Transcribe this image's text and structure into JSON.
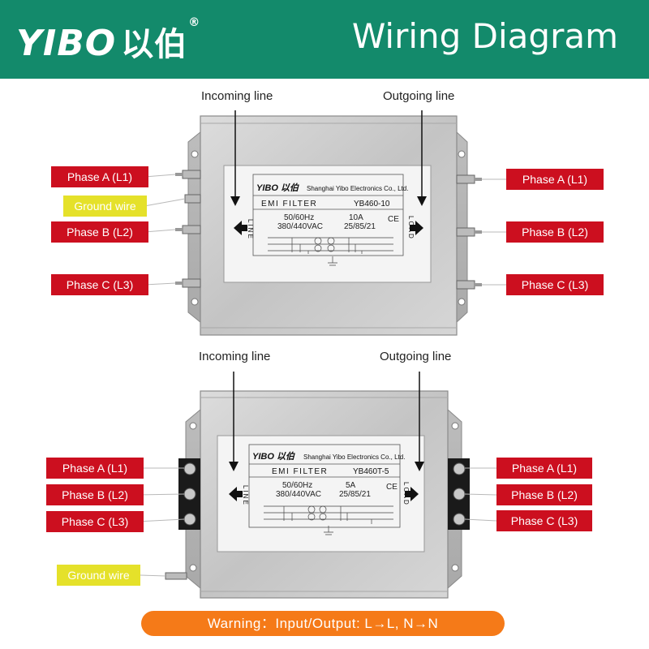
{
  "header": {
    "brand": "YIBO",
    "brand_cn": "以伯",
    "brand_reg": "®",
    "title": "Wiring Diagram",
    "bg_color": "#138a6b"
  },
  "filter1": {
    "incoming_label": "Incoming  line",
    "outgoing_label": "Outgoing line",
    "sticker": {
      "logo": "YIBO 以伯",
      "company": "Shanghai Yibo Electronics Co., Ltd.",
      "type": "EMI FILTER",
      "model": "YB460-10",
      "freq": "50/60Hz",
      "voltage": "380/440VAC",
      "current": "10A",
      "climatic": "25/85/21",
      "ce": "CE",
      "line_text": "LINE",
      "load_text": "LOAD"
    },
    "left_tags": [
      "Phase A (L1)",
      "Ground wire",
      "Phase B (L2)",
      "Phase C (L3)"
    ],
    "right_tags": [
      "Phase A (L1)",
      "Phase B (L2)",
      "Phase C (L3)"
    ]
  },
  "filter2": {
    "incoming_label": "Incoming  line",
    "outgoing_label": "Outgoing line",
    "sticker": {
      "logo": "YIBO 以伯",
      "company": "Shanghai Yibo Electronics Co., Ltd.",
      "type": "EMI FILTER",
      "model": "YB460T-5",
      "freq": "50/60Hz",
      "voltage": "380/440VAC",
      "current": "5A",
      "climatic": "25/85/21",
      "ce": "CE",
      "line_text": "LINE",
      "load_text": "LOAD"
    },
    "left_tags": [
      "Phase A (L1)",
      "Phase B (L2)",
      "Phase C (L3)"
    ],
    "right_tags": [
      "Phase A (L1)",
      "Phase B (L2)",
      "Phase C (L3)"
    ],
    "ground_tag": "Ground wire"
  },
  "warning": "Warning：Input/Output:  L→L, N→N",
  "colors": {
    "phase_tag": "#cc0f1f",
    "ground_tag": "#e5e12a",
    "warning_pill": "#f57a18",
    "header": "#138a6b"
  }
}
